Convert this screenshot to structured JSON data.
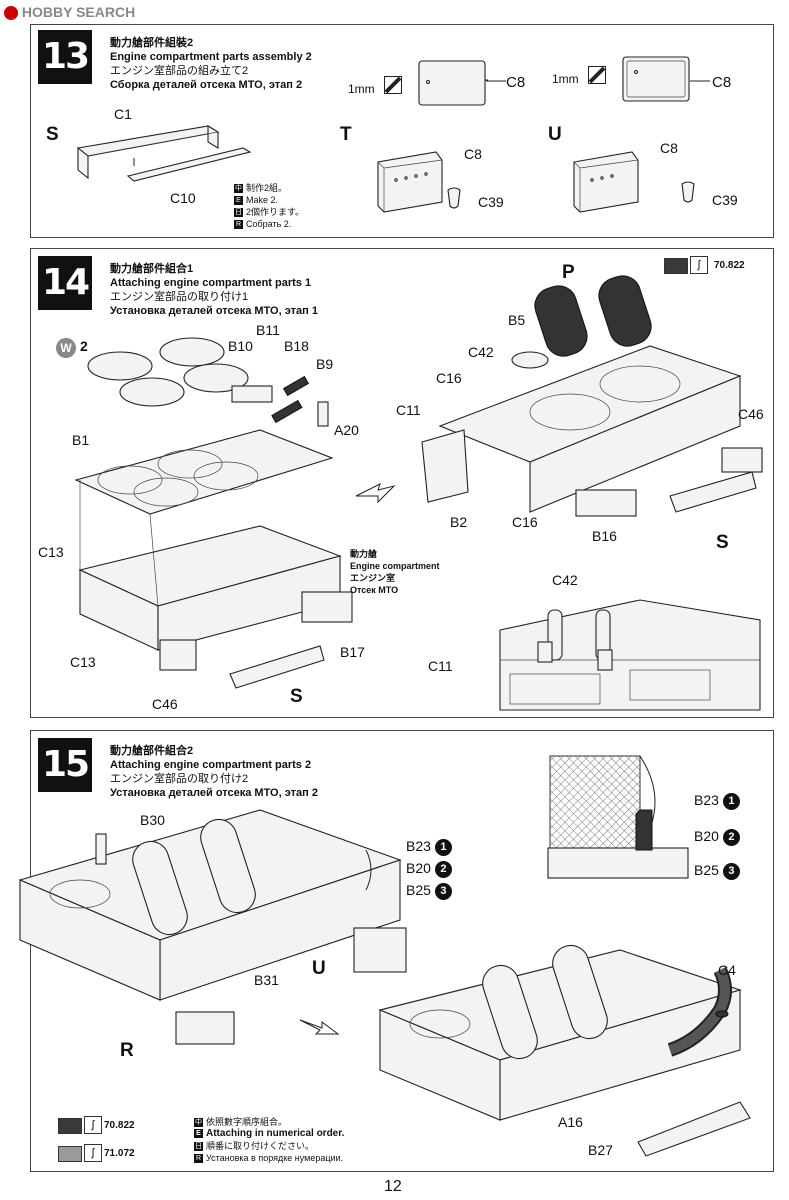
{
  "logo": "HOBBY SEARCH",
  "page_number": "12",
  "paint_codes": {
    "dark": {
      "code": "70.822",
      "color": "#3a3a3a"
    },
    "light": {
      "code": "71.072",
      "color": "#9a9a9a"
    }
  },
  "step13": {
    "number": "13",
    "title_cn": "動力艙部件組裝2",
    "title_en": "Engine compartment parts assembly 2",
    "title_jp": "エンジン室部品の組み立て2",
    "title_ru": "Сборка деталей отсека МТО, этап 2",
    "thickness1": "1mm",
    "thickness2": "1mm",
    "c8_a": "C8",
    "c8_b": "C8",
    "sub_s": "S",
    "sub_t": "T",
    "sub_u": "U",
    "c1": "C1",
    "c10": "C10",
    "c8_t": "C8",
    "c39_t": "C39",
    "c8_u": "C8",
    "c39_u": "C39",
    "note_cn": "制作2組。",
    "note_en": "Make 2.",
    "note_jp": "2個作ります。",
    "note_ru": "Собрать 2."
  },
  "step14": {
    "number": "14",
    "title_cn": "動力艙部件組合1",
    "title_en": "Attaching engine compartment parts 1",
    "title_jp": "エンジン室部品の取り付け1",
    "title_ru": "Установка деталей отсека МТО, этап 1",
    "w": "W",
    "w_count": "2",
    "labels": {
      "b11": "B11",
      "b10": "B10",
      "b18": "B18",
      "b9": "B9",
      "a20": "A20",
      "b1": "B1",
      "c13a": "C13",
      "c13b": "C13",
      "c46a": "C46",
      "s1": "S",
      "b17": "B17",
      "p": "P",
      "b5": "B5",
      "c42a": "C42",
      "c16a": "C16",
      "c11a": "C11",
      "c46b": "C46",
      "b2": "B2",
      "c16b": "C16",
      "b16": "B16",
      "s2": "S",
      "c42b": "C42",
      "c11b": "C11"
    },
    "engine_cn": "動力艙",
    "engine_en": "Engine compartment",
    "engine_jp": "エンジン室",
    "engine_ru": "Отсек МТО"
  },
  "step15": {
    "number": "15",
    "title_cn": "動力艙部件組合2",
    "title_en": "Attaching engine compartment parts 2",
    "title_jp": "エンジン室部品の取り付け2",
    "title_ru": "Установка деталей отсека МТО, этап 2",
    "labels": {
      "b30": "B30",
      "b23": "B23",
      "b20": "B20",
      "b25": "B25",
      "b23r": "B23",
      "b20r": "B20",
      "b25r": "B25",
      "u": "U",
      "b31": "B31",
      "r": "R",
      "c4": "C4",
      "a16": "A16",
      "b27": "B27"
    },
    "order": {
      "one": "1",
      "two": "2",
      "three": "3"
    },
    "note_cn": "依照數字順序組合。",
    "note_en": "Attaching in numerical order.",
    "note_jp": "順番に取り付けください。",
    "note_ru": "Установка в порядке нумерации."
  }
}
